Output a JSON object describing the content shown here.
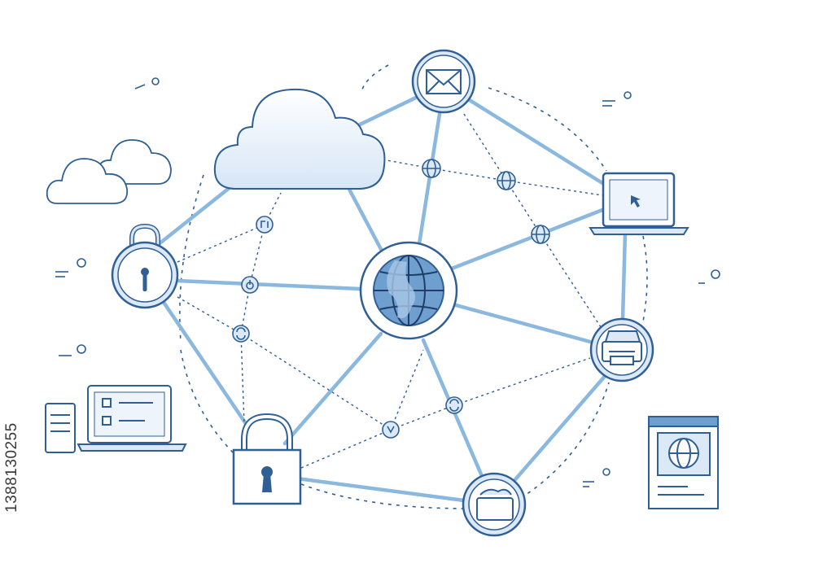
{
  "image_id_text": "1388130255",
  "colors": {
    "stroke": "#2f5f95",
    "link": "#8ab8de",
    "fill_light": "#dbe8f5",
    "fill_mid": "#6f9fcf",
    "dashed": "#2f5f95"
  },
  "nodes": [
    {
      "name": "globe-hub",
      "icon": "globe-icon"
    },
    {
      "name": "cloud-large",
      "icon": "cloud-icon"
    },
    {
      "name": "mail-node",
      "icon": "envelope-icon"
    },
    {
      "name": "laptop-node",
      "icon": "laptop-cursor-icon"
    },
    {
      "name": "padlock-round-node",
      "icon": "padlock-icon"
    },
    {
      "name": "padlock-square-node",
      "icon": "padlock-icon"
    },
    {
      "name": "printer-node",
      "icon": "printer-icon"
    },
    {
      "name": "folder-node",
      "icon": "folder-icon"
    },
    {
      "name": "desktop-computer",
      "icon": "desktop-computer-icon"
    },
    {
      "name": "browser-window",
      "icon": "web-page-icon"
    }
  ]
}
